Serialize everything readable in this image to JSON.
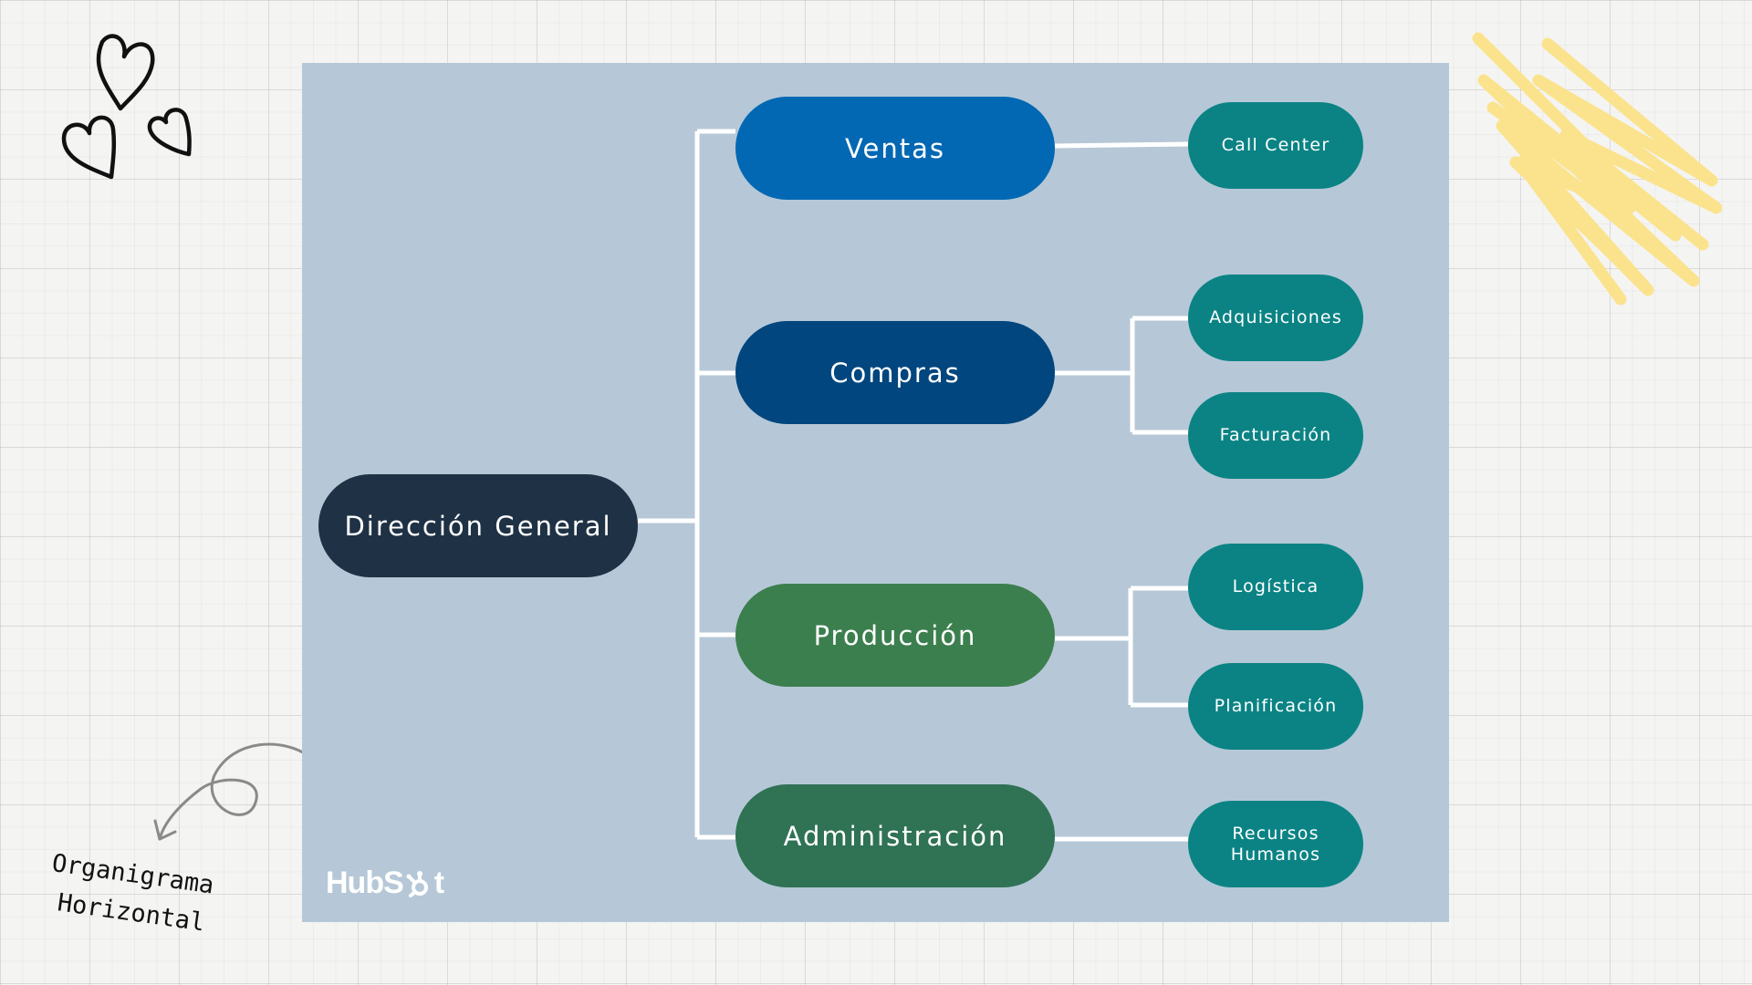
{
  "chart": {
    "root": "Dirección General",
    "departments": [
      {
        "label": "Ventas",
        "color": "#0268b3",
        "children": [
          "Call Center"
        ]
      },
      {
        "label": "Compras",
        "color": "#01467e",
        "children": [
          "Adquisiciones",
          "Facturación"
        ]
      },
      {
        "label": "Producción",
        "color": "#3c7f4e",
        "children": [
          "Logística",
          "Planificación"
        ]
      },
      {
        "label": "Administración",
        "color": "#2f7254",
        "children": [
          "Recursos Humanos"
        ]
      }
    ]
  },
  "colors": {
    "panel": "#b6c8d7",
    "root": "#1f3144",
    "sub": "#0b8384",
    "connector": "#ffffff",
    "scribble": "#fbe38d"
  },
  "logo": {
    "text": "HubSpot",
    "part1": "HubS",
    "part2": "t",
    "icon": "hubspot-sprocket-icon"
  },
  "caption": {
    "line1": "Organigrama",
    "line2": "Horizontal"
  },
  "decor": {
    "hearts": "hearts-icon",
    "scribble": "yellow-scribble",
    "arrow": "curly-arrow-icon"
  }
}
